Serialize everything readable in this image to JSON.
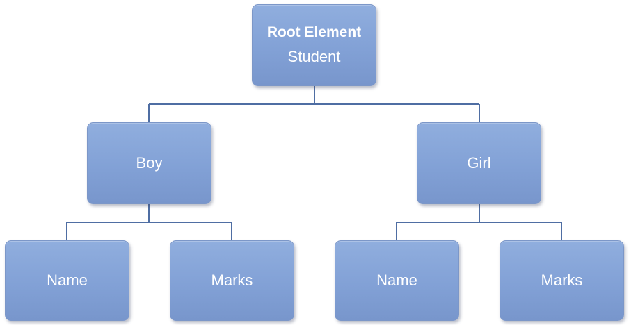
{
  "root": {
    "title": "Root Element",
    "subtitle": "Student"
  },
  "branches": [
    {
      "label": "Boy",
      "children": [
        "Name",
        "Marks"
      ]
    },
    {
      "label": "Girl",
      "children": [
        "Name",
        "Marks"
      ]
    }
  ],
  "colors": {
    "node_fill": "#86a4d8",
    "node_border": "#7c97c8",
    "connector": "#4f6ea3",
    "text": "#ffffff"
  }
}
